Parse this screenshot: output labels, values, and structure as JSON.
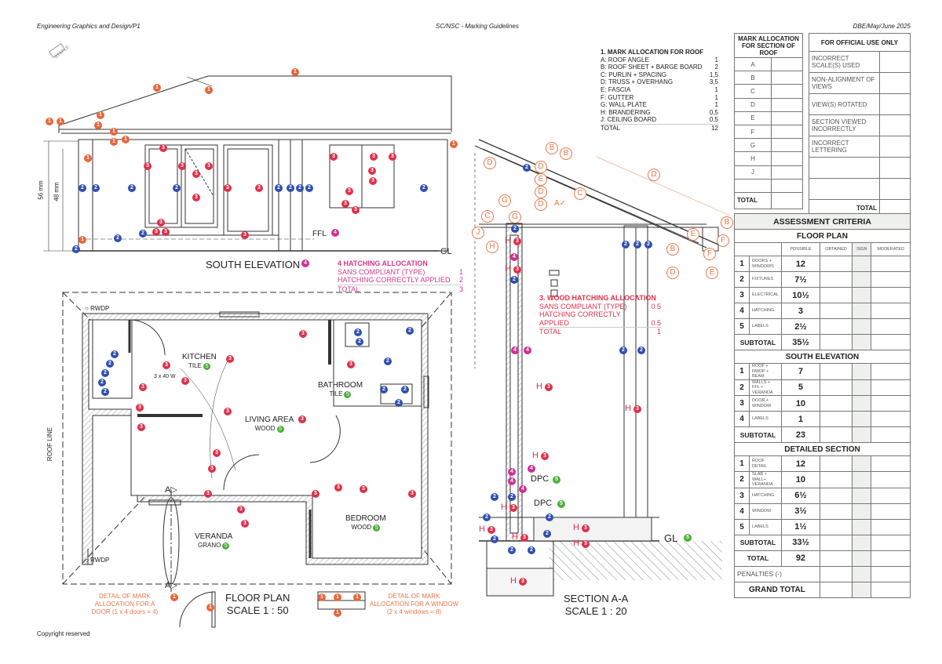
{
  "header": {
    "left": "Engineering Graphics and Design/P1",
    "center": "SC/NSC - Marking Guidelines",
    "right": "DBE/May/June 2025"
  },
  "footer": "Copyright reserved",
  "staple": "STAPLE",
  "colors": {
    "orange": "#e8663a",
    "blue": "#2f4fb0",
    "red": "#e0304a",
    "magenta": "#d03090",
    "green": "#4caf3a"
  },
  "markers": {
    "orange": "1",
    "blue": "2",
    "red": "3",
    "magenta": "4",
    "green": "5"
  },
  "elevation": {
    "title": "SOUTH ELEVATION",
    "dim1": "56 mm",
    "dim2": "48 mm",
    "ffl": "FFL",
    "gl": "GL"
  },
  "hatching_allocation": {
    "title": "4 HATCHING ALLOCATION",
    "items": [
      {
        "label": "SANS COMPLIANT (TYPE)",
        "value": "1"
      },
      {
        "label": "HATCHING CORRECTLY APPLIED",
        "value": "2"
      },
      {
        "label": "TOTAL",
        "value": "3"
      }
    ]
  },
  "roof_allocation": {
    "title": "1. MARK ALLOCATION FOR ROOF",
    "items": [
      {
        "label": "A: ROOF ANGLE",
        "value": "1"
      },
      {
        "label": "B: ROOF SHEET + BARGE BOARD",
        "value": "2"
      },
      {
        "label": "C: PURLIN + SPACING",
        "value": "1,5"
      },
      {
        "label": "D: TRUSS + OVERHANG",
        "value": "3,5"
      },
      {
        "label": "E: FASCIA",
        "value": "1"
      },
      {
        "label": "F: GUTTER",
        "value": "1"
      },
      {
        "label": "G: WALL PLATE",
        "value": "1"
      },
      {
        "label": "H: BRANDERING",
        "value": "0,5"
      },
      {
        "label": "J: CEILING BOARD",
        "value": "0,5"
      },
      {
        "label": "TOTAL",
        "value": "12"
      }
    ]
  },
  "wood_hatching": {
    "title": "3. WOOD HATCHING ALLOCATION",
    "items": [
      {
        "label": "SANS COMPLIANT (TYPE)",
        "value": "0.5"
      },
      {
        "label": "HATCHING CORRECTLY",
        "value": ""
      },
      {
        "label": "APPLIED",
        "value": "0.5"
      },
      {
        "label": "TOTAL",
        "value": "1"
      }
    ]
  },
  "floor_plan": {
    "title": "FLOOR PLAN",
    "scale": "SCALE 1 : 50",
    "rwdp": "RWDP",
    "roof_line": "ROOF LINE",
    "lights": "3 x 40 W",
    "section_mark": "A",
    "rooms": [
      {
        "name": "KITCHEN",
        "finish": "TILE"
      },
      {
        "name": "BATHROOM",
        "finish": "TILE"
      },
      {
        "name": "LIVING AREA",
        "finish": "WOOD"
      },
      {
        "name": "VERANDA",
        "finish": "GRANO"
      },
      {
        "name": "BEDROOM",
        "finish": "WOOD"
      }
    ],
    "door_detail": "DETAIL OF MARK ALLOCATION FOR A DOOR (1 x 4 doors = 4)",
    "window_detail": "DETAIL OF MARK ALLOCATION FOR A WINDOW (2 x 4 windows = 8)"
  },
  "section": {
    "title": "SECTION A-A",
    "scale": "SCALE 1 : 20",
    "dpc": "DPC",
    "gl": "GL",
    "h_label": "H",
    "check": "A✓"
  },
  "section_letters": [
    "B",
    "B",
    "C",
    "D",
    "D",
    "D",
    "E",
    "E",
    "F",
    "F",
    "G",
    "G",
    "J",
    "H",
    "D",
    "D",
    "B",
    "B",
    "D",
    "E",
    "C"
  ],
  "mark_allocation_roof": {
    "title": "MARK ALLOCATION FOR SECTION OF ROOF",
    "rows": [
      "A",
      "B",
      "C",
      "D",
      "E",
      "F",
      "G",
      "H",
      "J",
      ""
    ],
    "total": "TOTAL"
  },
  "official_use": {
    "title": "FOR OFFICIAL USE ONLY",
    "rows": [
      "INCORRECT SCALE(S) USED",
      "NON-ALIGNMENT OF VIEWS",
      "VIEW(S) ROTATED",
      "SECTION VIEWED INCORRECTLY",
      "INCORRECT LETTERING",
      "",
      ""
    ],
    "total": "TOTAL"
  },
  "assessment": {
    "title": "ASSESSMENT CRITERIA",
    "columns": [
      "POSSIBLE",
      "OBTAINED",
      "SIGN",
      "MODERATED"
    ],
    "sections": [
      {
        "name": "FLOOR PLAN",
        "rows": [
          {
            "n": "1",
            "label": "DOORS + WINDOWS",
            "possible": "12"
          },
          {
            "n": "2",
            "label": "FIXTURES",
            "possible": "7½"
          },
          {
            "n": "3",
            "label": "ELECTRICAL",
            "possible": "10½"
          },
          {
            "n": "4",
            "label": "HATCHING",
            "possible": "3"
          },
          {
            "n": "5",
            "label": "LABELS",
            "possible": "2½"
          }
        ],
        "subtotal": "35½"
      },
      {
        "name": "SOUTH ELEVATION",
        "rows": [
          {
            "n": "1",
            "label": "ROOF + RWDP + BEAM",
            "possible": "7"
          },
          {
            "n": "2",
            "label": "WALLS + FFL + VERANDA",
            "possible": "5"
          },
          {
            "n": "3",
            "label": "DOOR + WINDOW",
            "possible": "10"
          },
          {
            "n": "4",
            "label": "LABELS",
            "possible": "1"
          }
        ],
        "subtotal": "23"
      },
      {
        "name": "DETAILED SECTION",
        "rows": [
          {
            "n": "1",
            "label": "ROOF DETAIL",
            "possible": "12"
          },
          {
            "n": "2",
            "label": "SLAB + WALL+ VERANDA",
            "possible": "10"
          },
          {
            "n": "3",
            "label": "HATCHING",
            "possible": "6½"
          },
          {
            "n": "4",
            "label": "WINDOW",
            "possible": "3½"
          },
          {
            "n": "5",
            "label": "LABELS",
            "possible": "1½"
          }
        ],
        "subtotal": "33½"
      }
    ],
    "subtotal_label": "SUBTOTAL",
    "total_label": "TOTAL",
    "total": "92",
    "penalties": "PENALTIES (-)",
    "grand_total": "GRAND TOTAL"
  }
}
